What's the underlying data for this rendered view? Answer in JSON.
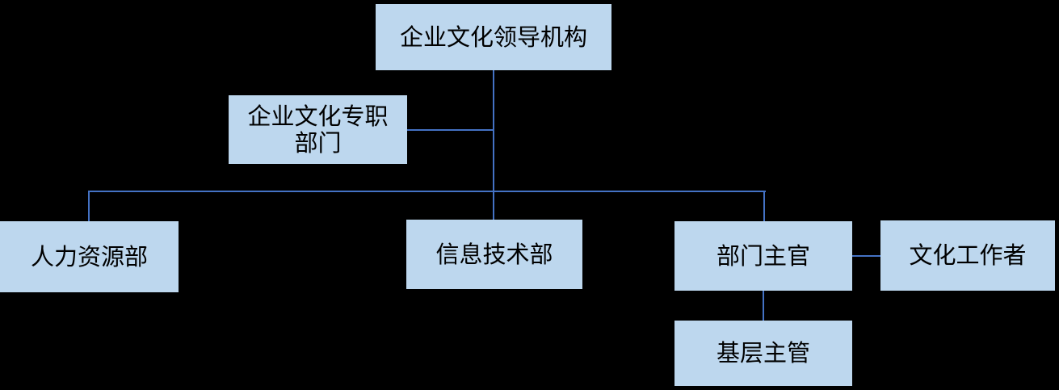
{
  "diagram": {
    "type": "org-chart",
    "background_color": "#000000",
    "colors": {
      "node_fill": "#BDD7EE",
      "connector": "#4472C4",
      "text": "#000000"
    },
    "nodes": {
      "leadership": {
        "label": "企业文化领导机构"
      },
      "dedicated_department": {
        "label": "企业文化专职部门"
      },
      "hr_department": {
        "label": "人力资源部"
      },
      "it_department": {
        "label": "信息技术部"
      },
      "department_head": {
        "label": "部门主官"
      },
      "culture_worker": {
        "label": "文化工作者"
      },
      "grassroots_supervisor": {
        "label": "基层主管"
      }
    },
    "edges": [
      {
        "from": "leadership",
        "to": "dedicated_department"
      },
      {
        "from": "leadership",
        "to": "hr_department"
      },
      {
        "from": "leadership",
        "to": "it_department"
      },
      {
        "from": "leadership",
        "to": "department_head"
      },
      {
        "from": "department_head",
        "to": "culture_worker"
      },
      {
        "from": "department_head",
        "to": "grassroots_supervisor"
      }
    ]
  }
}
